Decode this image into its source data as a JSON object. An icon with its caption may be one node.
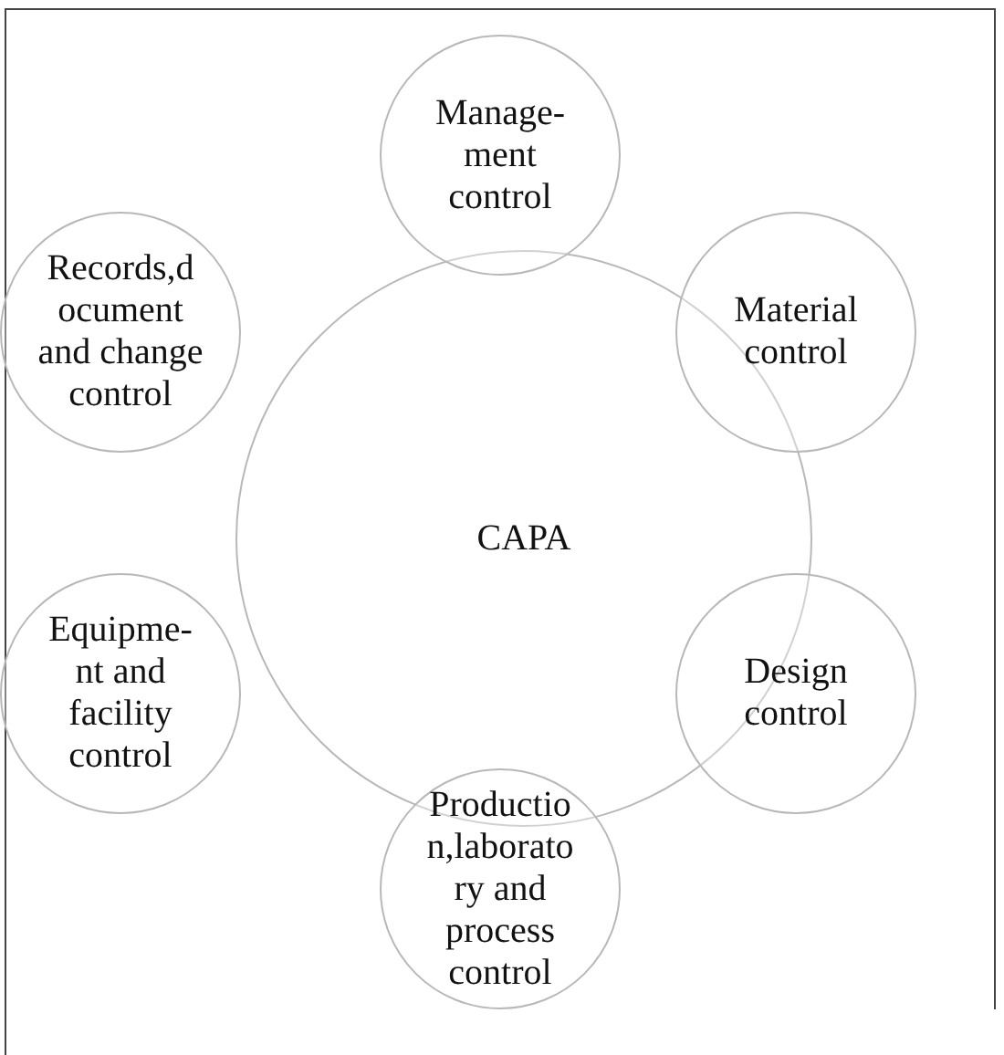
{
  "diagram": {
    "nodes": [
      {
        "text": [
          "Manage- ment control"
        ]
      },
      {
        "text": [
          "Records,d ocument and change control"
        ]
      },
      {
        "text": [
          "Material control"
        ]
      },
      {
        "text": [
          "CAPA"
        ]
      },
      {
        "text": [
          "Equipme- nt and facility control"
        ]
      },
      {
        "text": [
          "Design control"
        ]
      },
      {
        "text": [
          "Productio n,laborato ry and process control"
        ]
      }
    ]
  }
}
